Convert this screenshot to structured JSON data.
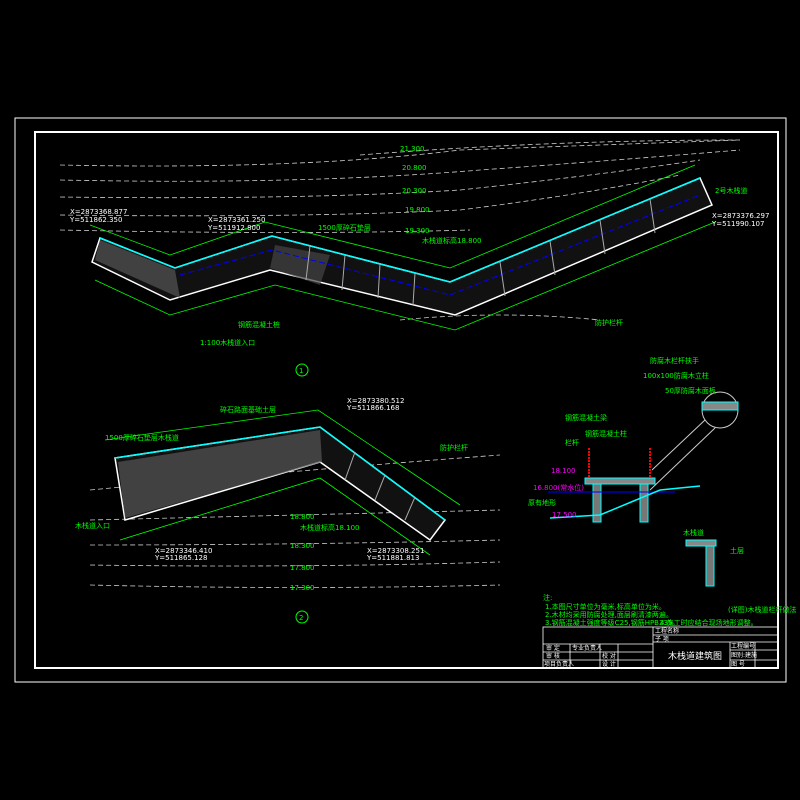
{
  "drawing_title": "木栈道建筑图",
  "plan1": {
    "marker": "1",
    "elevations": [
      "21.300",
      "20.800",
      "20.300",
      "19.800",
      "19.300"
    ],
    "labels": [
      "1500厚碎石垫层",
      "木栈道标高18.800",
      "钢筋混凝土桩",
      "1:100木栈道入口",
      "2号木栈道",
      "防护栏杆"
    ],
    "coords": [
      "X=2873368.877",
      "Y=511862.350",
      "X=2873361.250",
      "Y=511912.800",
      "X=2873376.297",
      "Y=511990.107"
    ]
  },
  "plan2": {
    "marker": "2",
    "elevations": [
      "18.800",
      "18.300",
      "17.800",
      "17.300"
    ],
    "labels": [
      "碎石路面基础土层",
      "1500厚碎石垫层木栈道",
      "木栈道标高18.100",
      "防护栏杆",
      "木栈道入口"
    ],
    "coords": [
      "X=2873380.512",
      "Y=511866.168",
      "X=2873346.410",
      "Y=511865.128",
      "X=2873308.251",
      "Y=511881.813"
    ]
  },
  "section": {
    "elevations": [
      "18.100",
      "16.800(常水位)",
      "17.500"
    ],
    "labels": [
      "防腐木栏杆扶手",
      "100x100防腐木立柱",
      "50厚防腐木面板",
      "钢筋混凝土梁",
      "钢筋混凝土柱",
      "原有地形",
      "栏杆",
      "木栈道",
      "土层",
      "(详图)木栈道栏杆做法"
    ]
  },
  "notes": {
    "heading": "注:",
    "items": [
      "1.本图尺寸单位为毫米,标高单位为米。",
      "2.木材均采用防腐处理,面层刷清漆两遍。",
      "3.钢筋混凝土强度等级C25,钢筋HPB235。",
      "4.施工时应结合现场地形调整。"
    ]
  },
  "title_block": {
    "project_label": "工程名称",
    "subitem_label": "子 项",
    "approve": "审 定",
    "major_lead": "专业负责人",
    "review": "审 核",
    "check": "校 对",
    "project_lead": "项目负责人",
    "design": "设 计",
    "project_no": "工程编号",
    "drawing_no_label": "图别:建施",
    "sheet": "图 号"
  }
}
